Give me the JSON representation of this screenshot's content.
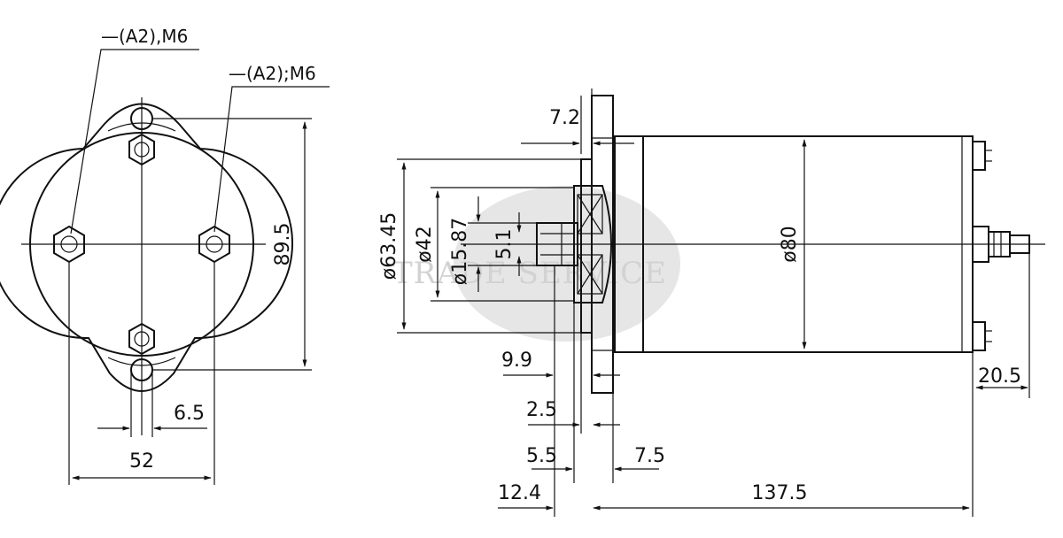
{
  "watermark": {
    "text": "TRADE SERVICE"
  },
  "front_view": {
    "mount_label_top": "—(A2),M6",
    "mount_label_right": "—(A2);M6",
    "dim_height": "89.5",
    "dim_hole": "6.5",
    "dim_width": "52"
  },
  "side_view": {
    "dim_flange": "7.2",
    "dim_dia_housing": "ø80",
    "dim_dia_pilot": "ø63.45",
    "dim_dia_42": "ø42",
    "dim_dia_shaft": "ø15.87",
    "dim_key": "5.1",
    "dim_9_9": "9.9",
    "dim_2_5": "2.5",
    "dim_5_5": "5.5",
    "dim_7_5": "7.5",
    "dim_12_4": "12.4",
    "dim_137_5": "137.5",
    "dim_20_5": "20.5"
  }
}
